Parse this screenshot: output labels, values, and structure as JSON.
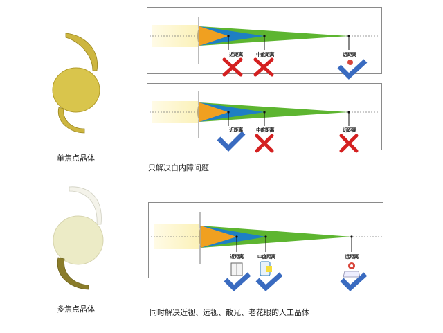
{
  "lenses": [
    {
      "id": "monofocal",
      "label": "单焦点晶体",
      "color": "#d9c24a"
    },
    {
      "id": "multifocal",
      "label": "多焦点晶体",
      "color": "#ecebc8"
    }
  ],
  "colors": {
    "orange": "#f0a020",
    "blue": "#1e7fc4",
    "green": "#5db530",
    "cross": "#d42020",
    "check": "#3a6bc0",
    "frame": "#8a8a8a",
    "glow": "#fbf3c0"
  },
  "panels": [
    {
      "id": "panel-monofocal-a",
      "labels": {
        "near": "近距离",
        "mid": "中度距离",
        "far": "远距离"
      },
      "results": {
        "near": "cross",
        "mid": "cross",
        "far": "check"
      }
    },
    {
      "id": "panel-monofocal-b",
      "labels": {
        "near": "近距离",
        "mid": "中度距离",
        "far": "远距离"
      },
      "results": {
        "near": "check",
        "mid": "cross",
        "far": "cross"
      },
      "caption": "只解决白内障问题"
    },
    {
      "id": "panel-multifocal",
      "labels": {
        "near": "近距离",
        "mid": "中度距离",
        "far": "远距离"
      },
      "results": {
        "near": "check",
        "mid": "check",
        "far": "check"
      },
      "caption": "同时解决近视、远视、散光、老花眼的人工晶体"
    }
  ]
}
